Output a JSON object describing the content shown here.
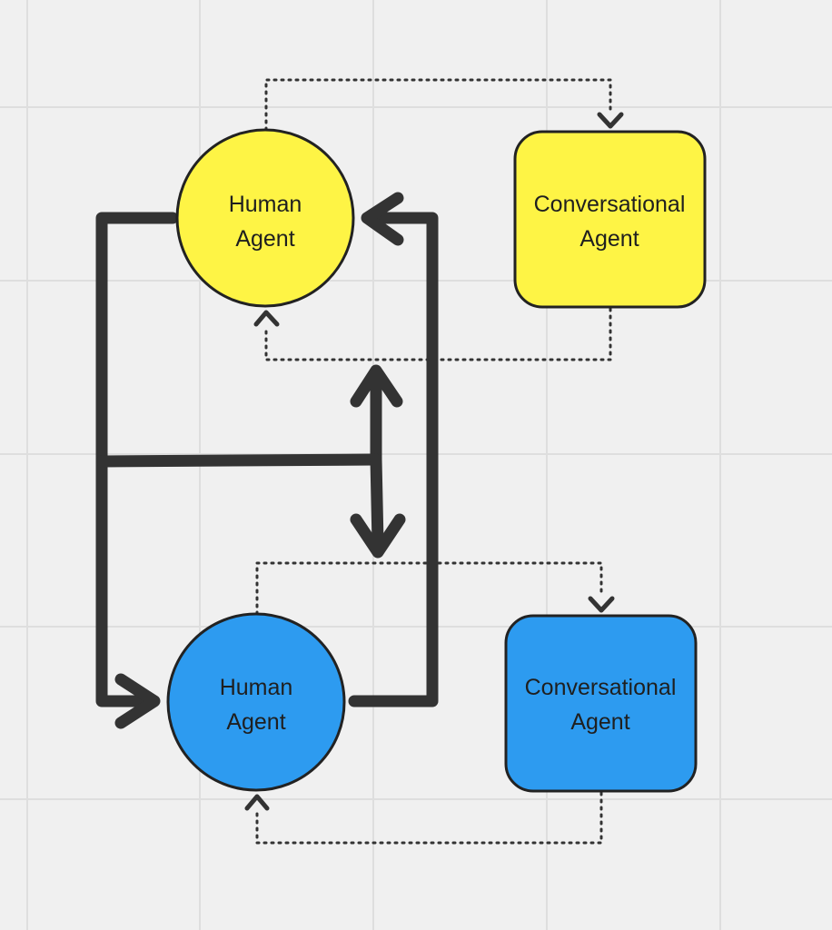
{
  "colors": {
    "background": "#f0f0f0",
    "grid": "#dedede",
    "yellow": "#fef445",
    "blue": "#2d9bf0",
    "stroke": "#333333"
  },
  "nodes": {
    "top_human": {
      "line1": "Human",
      "line2": "Agent",
      "shape": "circle",
      "color": "yellow"
    },
    "top_conv": {
      "line1": "Conversational",
      "line2": "Agent",
      "shape": "rounded-rect",
      "color": "yellow"
    },
    "bottom_human": {
      "line1": "Human",
      "line2": "Agent",
      "shape": "circle",
      "color": "blue"
    },
    "bottom_conv": {
      "line1": "Conversational",
      "line2": "Agent",
      "shape": "rounded-rect",
      "color": "blue"
    }
  }
}
